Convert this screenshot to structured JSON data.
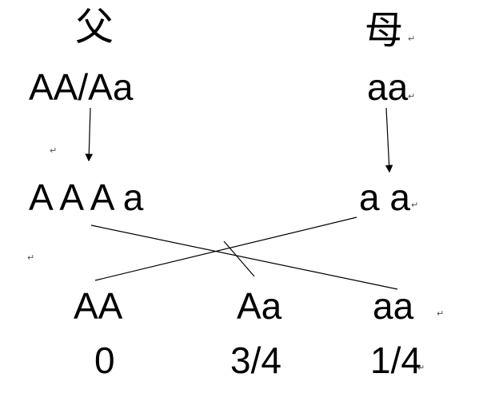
{
  "parents": {
    "father_label": "父",
    "mother_label": "母",
    "father_genotype": "AA/Aa",
    "mother_genotype": "aa"
  },
  "gametes": {
    "father": "A A A a",
    "mother": "a a"
  },
  "offspring": [
    {
      "genotype": "AA",
      "ratio": "0"
    },
    {
      "genotype": "Aa",
      "ratio": "3/4"
    },
    {
      "genotype": "aa",
      "ratio": "1/4"
    }
  ],
  "paragraph_mark": "↵"
}
